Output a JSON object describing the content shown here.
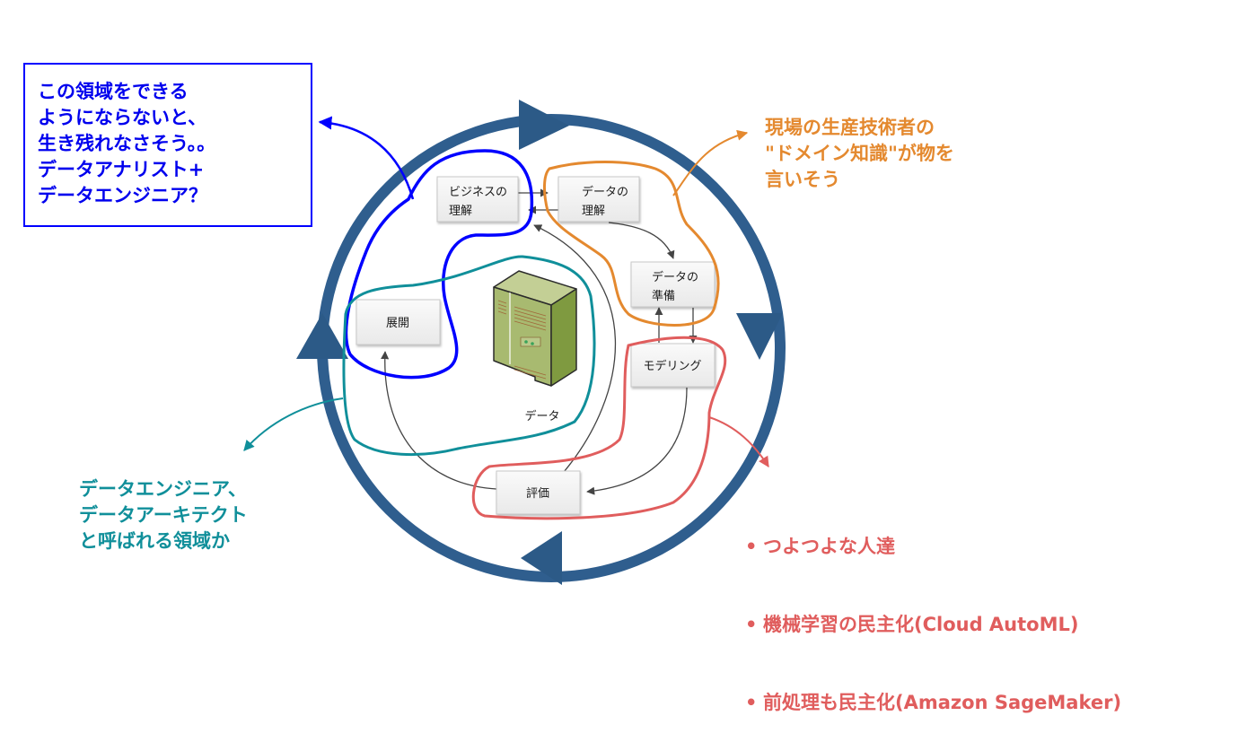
{
  "diagram": {
    "title": "CRISP-DM",
    "phases": [
      {
        "id": "business",
        "lines": [
          "ビジネスの",
          "理解"
        ]
      },
      {
        "id": "data-understanding",
        "lines": [
          "データの",
          "理解"
        ]
      },
      {
        "id": "data-preparation",
        "lines": [
          "データの",
          "準備"
        ]
      },
      {
        "id": "modeling",
        "lines": [
          "モデリング"
        ]
      },
      {
        "id": "evaluation",
        "lines": [
          "評価"
        ]
      },
      {
        "id": "deployment",
        "lines": [
          "展開"
        ]
      }
    ],
    "center_label": "データ",
    "colors": {
      "cycle": "#2f5e8e",
      "blue": "#0000ff",
      "orange": "#e4892f",
      "teal": "#108f9a",
      "red": "#e05d5d",
      "box_fill": "#f2f2f2",
      "box_border": "#c8c8c8",
      "server_green": "#a3b56b"
    }
  },
  "notes": {
    "blue": "この領域をできる\nようにならないと、\n生き残れなさそう。。\nデータアナリスト+\nデータエンジニア？",
    "orange": "現場の生産技術者の\n\"ドメイン知識\"が物を\n言いそう",
    "teal": "データエンジニア、\nデータアーキテクト\nと呼ばれる領域か",
    "red": [
      "つよつよな人達",
      "機械学習の民主化(Cloud AutoML)",
      "前処理も民主化(Amazon SageMaker)"
    ]
  }
}
